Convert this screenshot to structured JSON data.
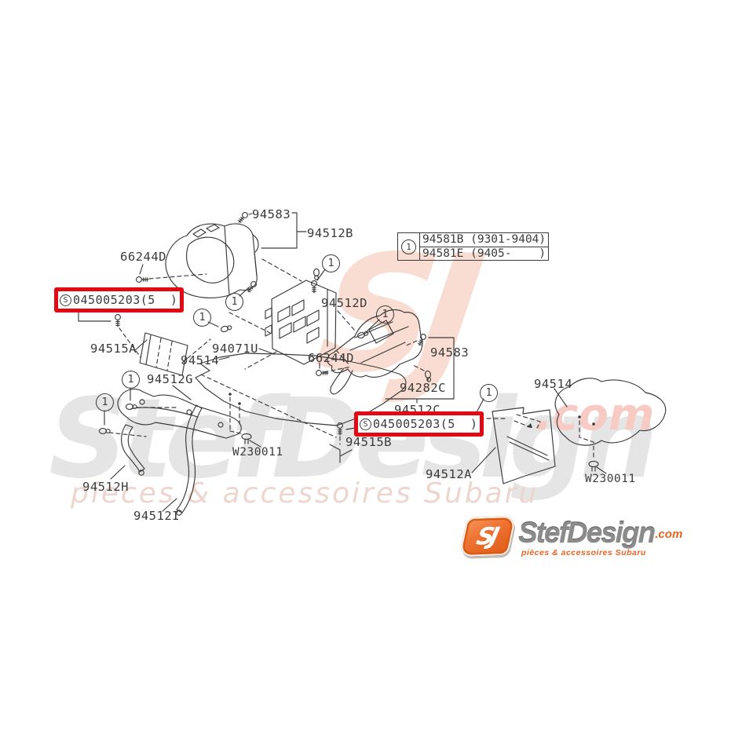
{
  "watermarks": {
    "monogram": "SJ",
    "brand": "StefDesign",
    "domain": ".com",
    "tagline": "pieces & accessoires Subaru"
  },
  "legend": {
    "callout_number": "1",
    "rows": [
      "94581B (9301-9404)",
      "94581E (9405-    )"
    ]
  },
  "highlight": {
    "prefix": "S",
    "part_number": "045005203(5  )"
  },
  "callout": {
    "number": "1"
  },
  "parts": {
    "labels": [
      {
        "text": "94583"
      },
      {
        "text": "94512B"
      },
      {
        "text": "66244D"
      },
      {
        "text": "94512D"
      },
      {
        "text": "94515A"
      },
      {
        "text": "94071U"
      },
      {
        "text": "94514"
      },
      {
        "text": "66244D"
      },
      {
        "text": "94583"
      },
      {
        "text": "94282C"
      },
      {
        "text": "94512C"
      },
      {
        "text": "94515B"
      },
      {
        "text": "W230011"
      },
      {
        "text": "94512G"
      },
      {
        "text": "94512H"
      },
      {
        "text": "94512I"
      },
      {
        "text": "94512A"
      },
      {
        "text": "94514"
      },
      {
        "text": "W230011"
      }
    ]
  },
  "logo": {
    "monogram": "SJ",
    "brand": "StefDesign",
    "domain": ".com",
    "tagline": "pièces & accessoires Subaru"
  },
  "colors": {
    "highlight_red": "#e30613",
    "line": "#3a3a3a",
    "logo_orange": "#e8641f"
  }
}
